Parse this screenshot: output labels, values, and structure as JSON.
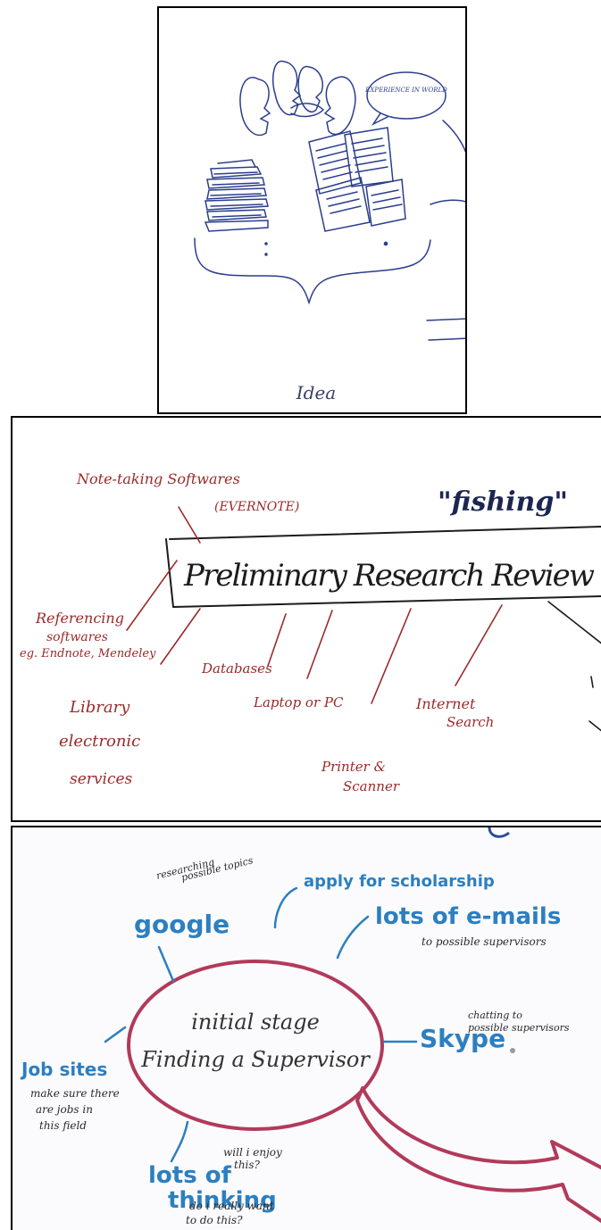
{
  "panel1": {
    "speech_bubble": "EXPERIENCE IN WORLD",
    "caption": "Idea"
  },
  "panel2": {
    "title": "Preliminary Research Review",
    "quote": "\"fishing\"",
    "notes": {
      "note_taking": "Note-taking Softwares",
      "note_taking_sub": "(EVERNOTE)",
      "referencing_1": "Referencing",
      "referencing_2": "softwares",
      "referencing_3": "eg. Endnote, Mendeley",
      "databases": "Databases",
      "laptop": "Laptop or PC",
      "internet_1": "Internet",
      "internet_2": "Search",
      "library_1": "Library",
      "library_2": "electronic",
      "library_3": "services",
      "printer_1": "Printer &",
      "printer_2": "Scanner"
    }
  },
  "panel3": {
    "center_1": "initial stage",
    "center_2": "Finding a Supervisor",
    "google": "google",
    "google_note_1": "researching",
    "google_note_2": "possible topics",
    "scholarship": "apply for scholarship",
    "emails": "lots of e-mails",
    "emails_note": "to possible supervisors",
    "skype": "Skype",
    "skype_note_1": "chatting to",
    "skype_note_2": "possible supervisors",
    "jobs": "Job sites",
    "jobs_note_1": "make sure there",
    "jobs_note_2": "are jobs in",
    "jobs_note_3": "this field",
    "thinking_1": "lots of",
    "thinking_2": "thinking",
    "thinking_note_1": "will i enjoy",
    "thinking_note_2": "this?",
    "thinking_note_3": "do i really want",
    "thinking_note_4": "to do this?"
  },
  "colors": {
    "ink_blue": "#2a3e8c",
    "ink_red": "#9a2a2a",
    "ink_black": "#1c1c1c",
    "marker_blue": "#2c7fc0",
    "marker_crimson": "#b23a5a",
    "marker_dark": "#2a2a2a"
  }
}
